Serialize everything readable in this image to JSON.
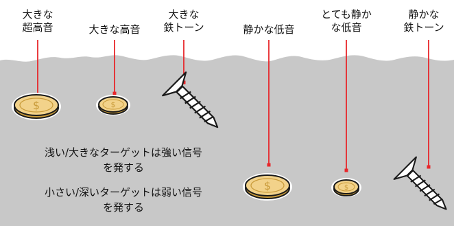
{
  "labels": {
    "large_ultra_high": [
      "大きな",
      "超高音"
    ],
    "large_high": [
      "大きな高音"
    ],
    "large_iron": [
      "大きな",
      "鉄トーン"
    ],
    "quiet_low": [
      "静かな低音"
    ],
    "very_quiet_low": [
      "とても静か",
      "な低音"
    ],
    "quiet_iron": [
      "静かな",
      "鉄トーン"
    ]
  },
  "notes": {
    "shallow": [
      "浅い/大きなターゲットは強い信号",
      "を発する"
    ],
    "deep": [
      "小さい/深いターゲットは弱い信号",
      "を発する"
    ]
  },
  "coin_symbol": "$",
  "colors": {
    "ground": "#c8c8c8",
    "leader": "#e8262a",
    "coin": "#f2d28a",
    "coin_outline": "#1a1a1a",
    "screw": "#ffffff"
  },
  "icons": [
    "coin-icon",
    "screw-icon"
  ]
}
